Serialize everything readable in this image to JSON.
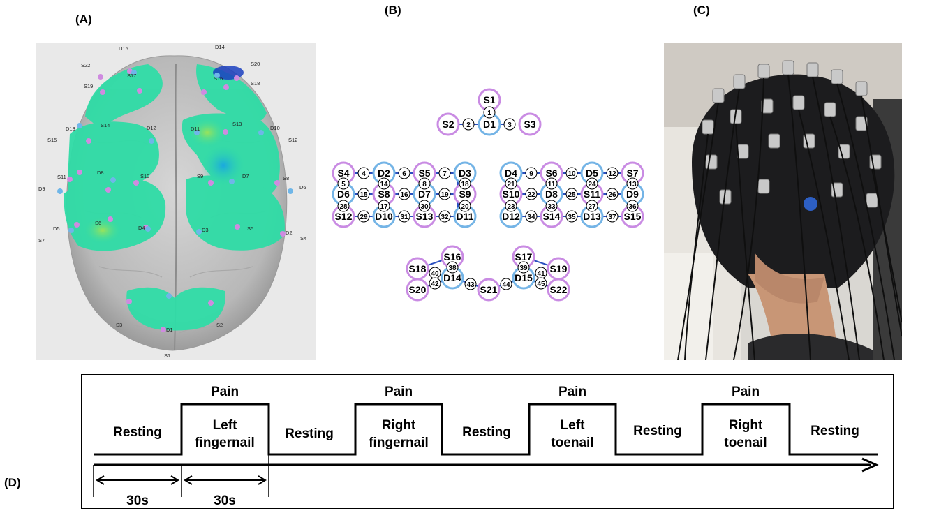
{
  "panels": {
    "a": "(A)",
    "b": "(B)",
    "c": "(C)",
    "d": "(D)"
  },
  "brain_labels": {
    "D15": "D15",
    "D14": "D14",
    "S22": "S22",
    "S20": "S20",
    "S19": "S19",
    "S18": "S18",
    "S17": "S17",
    "S16": "S16",
    "D13": "D13",
    "D10": "D10",
    "S15": "S15",
    "S12": "S12",
    "S14": "S14",
    "D12": "D12",
    "D11": "D11",
    "S13": "S13",
    "S11": "S11",
    "D8": "D8",
    "S10": "S10",
    "S9": "S9",
    "D7": "D7",
    "S8": "S8",
    "D9": "D9",
    "D6": "D6",
    "D5": "D5",
    "S6": "S6",
    "D4": "D4",
    "D3": "D3",
    "S5": "S5",
    "D2": "D2",
    "S7": "S7",
    "S4": "S4",
    "S3": "S3",
    "S2": "S2",
    "D1": "D1",
    "S1": "S1"
  },
  "colors": {
    "source": "#cf8be0",
    "detector": "#6fb6e8",
    "activation": "#2fdca6",
    "brain": "#bfbfbf"
  },
  "optodes": {
    "S1": "S1",
    "S2": "S2",
    "D1": "D1",
    "S3": "S3",
    "S4": "S4",
    "D2": "D2",
    "S5": "S5",
    "D3": "D3",
    "D6": "D6",
    "S8": "S8",
    "D7": "D7",
    "S9": "S9",
    "S12": "S12",
    "D10": "D10",
    "S13": "S13",
    "D11": "D11",
    "D4": "D4",
    "S6": "S6",
    "D5": "D5",
    "S7": "S7",
    "S10": "S10",
    "D8": "D8",
    "S11": "S11",
    "D9": "D9",
    "D12": "D12",
    "S14": "S14",
    "D13": "D13",
    "S15": "S15",
    "S16": "S16",
    "S17": "S17",
    "S18": "S18",
    "S20": "S20",
    "D14": "D14",
    "S21": "S21",
    "D15": "D15",
    "S19": "S19",
    "S22": "S22"
  },
  "channels": {
    "c1": "1",
    "c2": "2",
    "c3": "3",
    "c4": "4",
    "c5": "5",
    "c6": "6",
    "c7": "7",
    "c8": "8",
    "c9": "9",
    "c10": "10",
    "c11": "11",
    "c12": "12",
    "c13": "13",
    "c14": "14",
    "c15": "15",
    "c16": "16",
    "c17": "17",
    "c18": "18",
    "c19": "19",
    "c20": "20",
    "c21": "21",
    "c22": "22",
    "c23": "23",
    "c24": "24",
    "c25": "25",
    "c26": "26",
    "c27": "27",
    "c28": "28",
    "c29": "29",
    "c30": "30",
    "c31": "31",
    "c32": "32",
    "c33": "33",
    "c34": "34",
    "c35": "35",
    "c36": "36",
    "c37": "37",
    "c38": "38",
    "c39": "39",
    "c40": "40",
    "c41": "41",
    "c42": "42",
    "c43": "43",
    "c44": "44",
    "c45": "45"
  },
  "protocol": {
    "pain": "Pain",
    "resting": "Resting",
    "blocks": [
      "Left\nfingernail",
      "Right\nfingernail",
      "Left\ntoenail",
      "Right\ntoenail"
    ],
    "block1_l1": "Left",
    "block1_l2": "fingernail",
    "block2_l1": "Right",
    "block2_l2": "fingernail",
    "block3_l1": "Left",
    "block3_l2": "toenail",
    "block4_l1": "Right",
    "block4_l2": "toenail",
    "duration_rest": "30s",
    "duration_task": "30s"
  }
}
